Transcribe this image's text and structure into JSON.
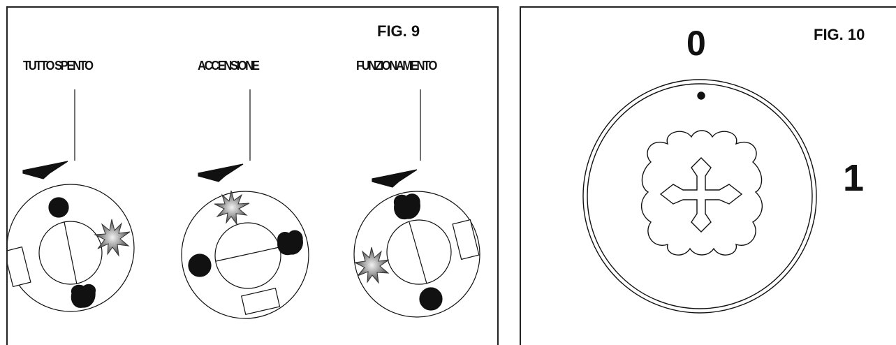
{
  "fig9": {
    "title": "FIG. 9",
    "modes": [
      {
        "label": "TUTTO SPENTO"
      },
      {
        "label": "ACCENSIONE"
      },
      {
        "label": "FUNZIONAMENTO"
      }
    ]
  },
  "fig10": {
    "title": "FIG. 10",
    "position_off": "0",
    "position_on": "1"
  },
  "colors": {
    "stroke": "#111111",
    "spark": "#8c8c8c",
    "background": "#ffffff"
  },
  "icons": [
    "pointer-arrow-icon",
    "spark-icon",
    "flame-icon",
    "valve-knob-icon"
  ]
}
